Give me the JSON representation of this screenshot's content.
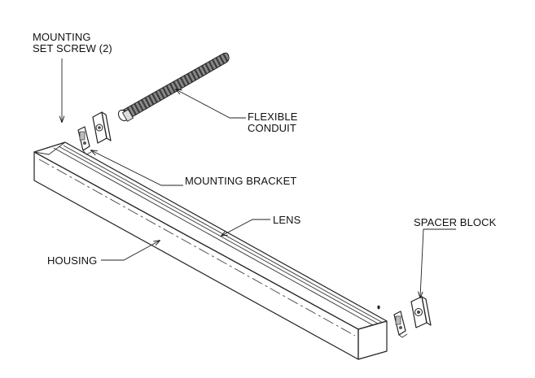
{
  "labels": {
    "set_screw_line1": "MOUNTING",
    "set_screw_line2": "SET SCREW (2)",
    "conduit_line1": "FLEXIBLE",
    "conduit_line2": "CONDUIT",
    "bracket": "MOUNTING BRACKET",
    "lens": "LENS",
    "spacer": "SPACER BLOCK",
    "housing": "HOUSING"
  }
}
